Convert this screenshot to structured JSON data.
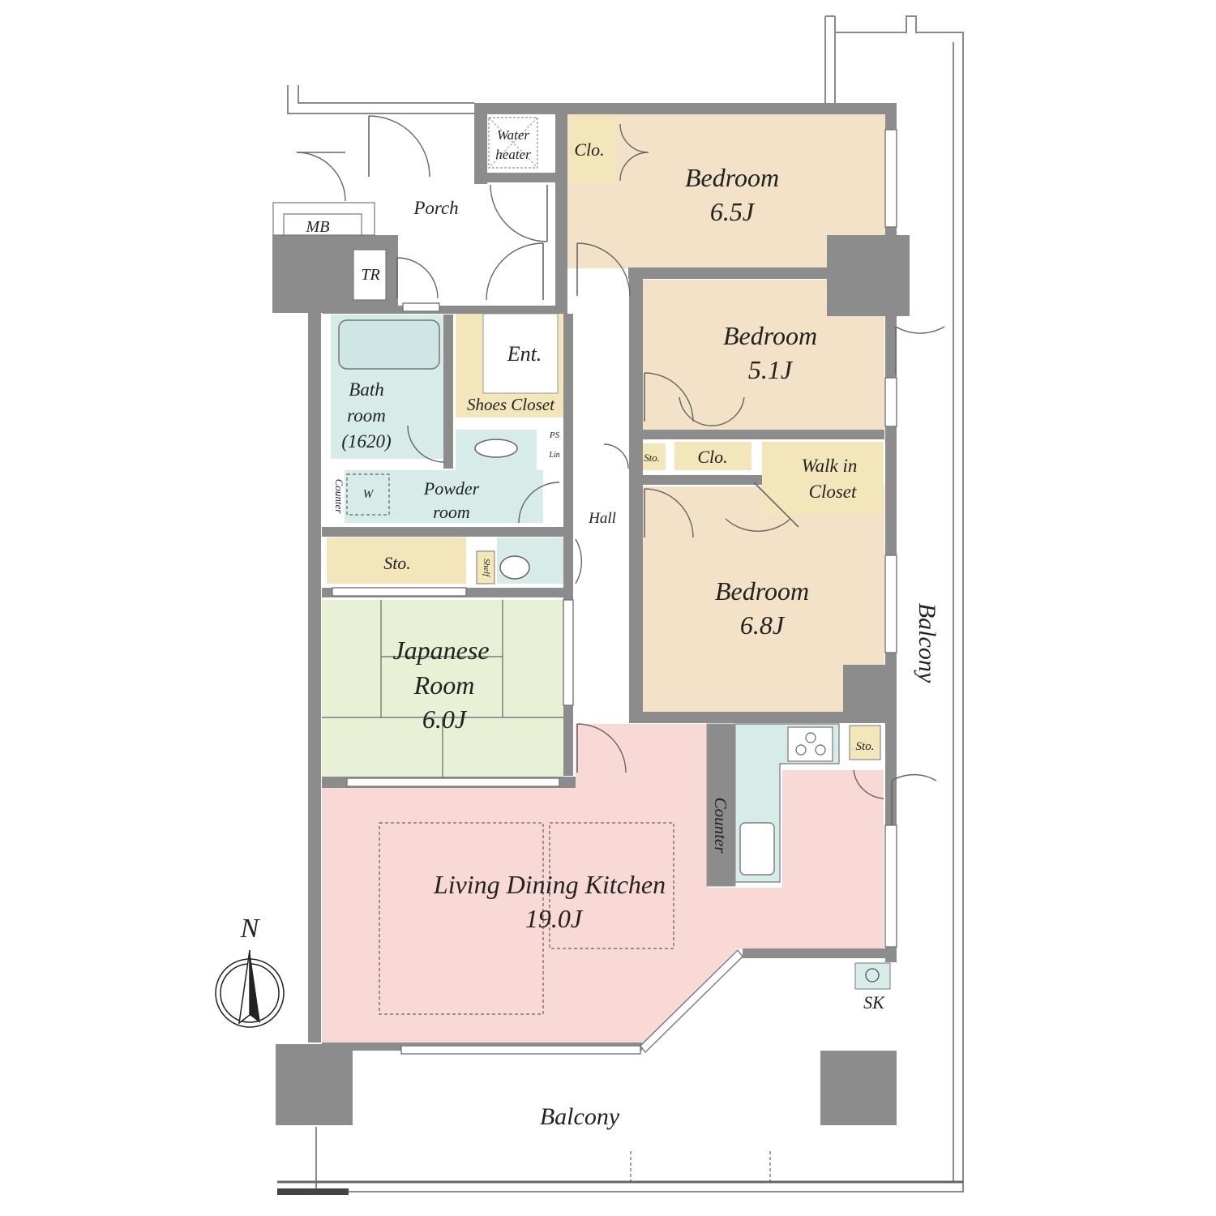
{
  "rooms": {
    "porch": "Porch",
    "water_heater_1": "Water",
    "water_heater_2": "heater",
    "mb": "MB",
    "tr": "TR",
    "clo_top": "Clo.",
    "bed1_name": "Bedroom",
    "bed1_size": "6.5J",
    "bed2_name": "Bedroom",
    "bed2_size": "5.1J",
    "bed3_name": "Bedroom",
    "bed3_size": "6.8J",
    "ent": "Ent.",
    "shoes_closet": "Shoes Closet",
    "bath_1": "Bath",
    "bath_2": "room",
    "bath_3": "(1620)",
    "ps": "PS",
    "lin": "Lin",
    "sto_small": "Sto.",
    "clo_mid": "Clo.",
    "wic_1": "Walk in",
    "wic_2": "Closet",
    "counter_left": "Counter",
    "w": "W",
    "powder_1": "Powder",
    "powder_2": "room",
    "hall": "Hall",
    "sto_left": "Sto.",
    "shelf": "Shelf",
    "japanese_1": "Japanese",
    "japanese_2": "Room",
    "japanese_3": "6.0J",
    "sto_kitchen": "Sto.",
    "counter_kitchen": "Counter",
    "ldk_name": "Living Dining Kitchen",
    "ldk_size": "19.0J",
    "sk": "SK",
    "balcony_east": "Balcony",
    "balcony_south": "Balcony",
    "north": "N"
  },
  "colors": {
    "bedroom": "#f4e2c8",
    "closet": "#f4e6bb",
    "bath": "#d7ece9",
    "japanese": "#e8f1d6",
    "ldk": "#f8d9d6",
    "wall": "#8c8c8c"
  }
}
